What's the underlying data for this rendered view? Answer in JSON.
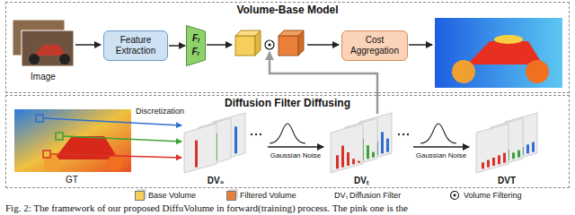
{
  "diagram": {
    "caption": "Fig. 2: The framework of our proposed DiffuVolume in forward(training) process. The pink one is the",
    "nodes": [
      {
        "text": [
          "Volume-Base Model"
        ]
      },
      {
        "text": [
          "Feature Extraction"
        ],
        "in": 0
      },
      {
        "text": [
          "Fₗ",
          "Fᵣ"
        ],
        "in": 0
      },
      {
        "text": [
          "Cost Aggregation"
        ],
        "in": 0
      },
      {
        "text": [
          "Diffusion Filter Diffusing"
        ]
      }
    ],
    "edges": [
      {
        "from": 1,
        "to": 2,
        "arrow": "to"
      }
    ],
    "labels": [
      "Image",
      "GT",
      "Discretization",
      "DV₀",
      "DVₜ",
      "DVT",
      "Gaussian Noise",
      "Gaussian Noise"
    ],
    "legend": [
      {
        "text": "Base Volume",
        "color": "#f6cf5a"
      },
      {
        "text": "Filtered Volume",
        "color": "#e9803a"
      },
      {
        "text": "DVₜ Diffusion Filter"
      },
      {
        "text": "Volume Filtering"
      }
    ]
  }
}
